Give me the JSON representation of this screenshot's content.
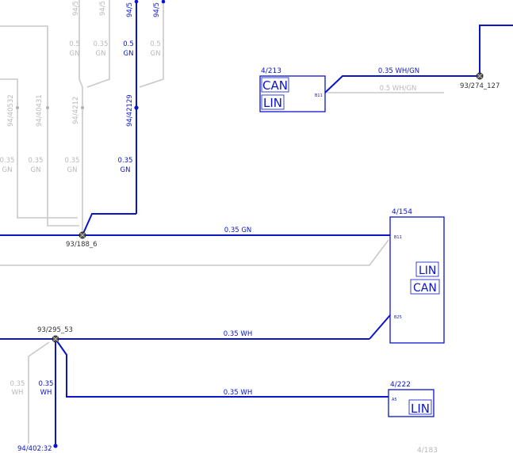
{
  "colors": {
    "active": "#0a14c8",
    "inactive": "#c8c8c8",
    "inactive_text": "#a8a8a8",
    "splice": "#444444"
  },
  "labels": {
    "c94_5_a": "94/5",
    "c94_5_b": "94/5",
    "c94_5_c": "94/5",
    "c94_5_d": "94/5",
    "c94_40532": "94/40532",
    "c94_40431": "94/40431",
    "c94_4212": "94/4212",
    "c94_42129": "94/42129",
    "s93_188_6": "93/188_6",
    "s93_295_53": "93/295_53",
    "s93_274_127": "93/274_127",
    "c94_402_32": "94/402:32",
    "m4_213": "4/213",
    "m4_154": "4/154",
    "m4_222": "4/222",
    "m4_183": "4/183"
  },
  "wires": {
    "w05_a": "0.5",
    "w05_a_c": "GN",
    "w035_b": "0.35",
    "w035_b_c": "GN",
    "w05_c": "0.5",
    "w05_c_c": "GN",
    "w05_d": "0.5",
    "w05_d_c": "GN",
    "w035_e": "0.35",
    "w035_e_c": "GN",
    "w035_f": "0.35",
    "w035_f_c": "GN",
    "w035_g": "0.35",
    "w035_g_c": "GN",
    "w035_h": "0.35",
    "w035_h_c": "GN",
    "bus_gn": "0.35  GN",
    "bus_wh1": "0.35  WH",
    "bus_wh2": "0.35  WH",
    "right_wh_gn": "0.35  WH/GN",
    "right_wh_gn_grey": "0.5  WH/GN",
    "lw_a": "0.35",
    "lw_a_c": "WH",
    "lw_b": "0.35",
    "lw_b_c": "WH"
  },
  "modules": {
    "m213": {
      "can": "CAN",
      "lin": "LIN",
      "pin": "B11"
    },
    "m154": {
      "lin": "LIN",
      "can": "CAN",
      "pin_top": "B11",
      "pin_bot": "B25"
    },
    "m222": {
      "lin": "LIN",
      "pin": "A5"
    }
  }
}
